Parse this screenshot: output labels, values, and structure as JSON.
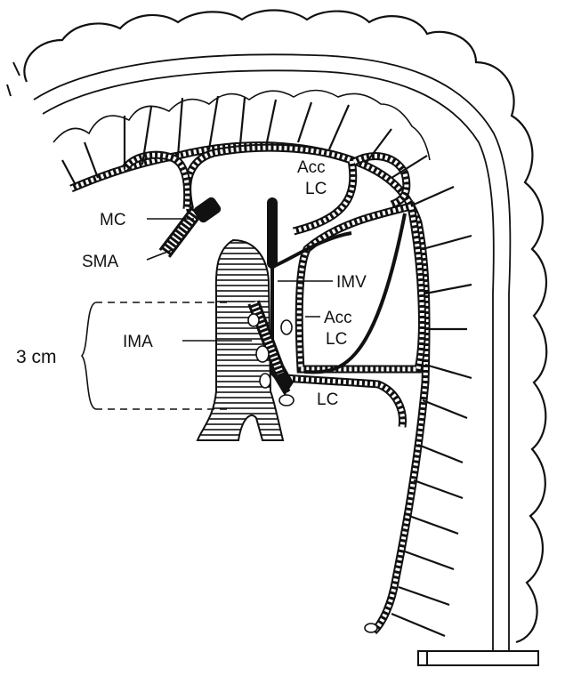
{
  "labels": {
    "mc": "MC",
    "sma": "SMA",
    "acc_lc_upper_line1": "Acc",
    "acc_lc_upper_line2": "LC",
    "imv": "IMV",
    "acc_lc_lower_line1": "Acc",
    "acc_lc_lower_line2": "LC",
    "ima": "IMA",
    "lc": "LC",
    "distance": "3 cm"
  },
  "colors": {
    "ink": "#111111",
    "paper": "#ffffff"
  }
}
